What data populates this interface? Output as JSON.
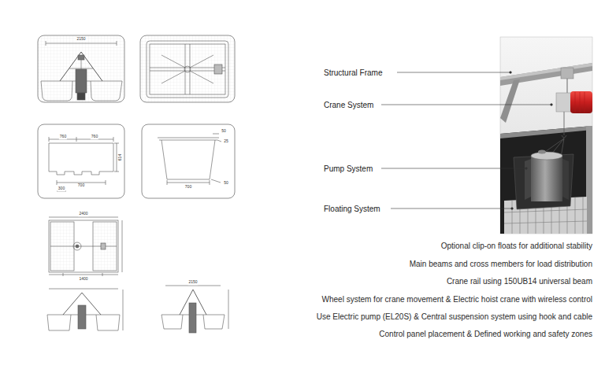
{
  "diagram": {
    "labels": [
      "2150",
      "760",
      "760",
      "614",
      "300",
      "700",
      "50",
      "25",
      "700",
      "50",
      "2400",
      "1400",
      "2150",
      "Structural Frame",
      "Crane System",
      "Pump System",
      "Floating System",
      "Optional clip-on floats for additional stability",
      "Main beams and cross members for load distribution",
      "Crane rail using 150UB14 universal beam",
      "Wheel system for crane movement & Electric hoist crane with wireless control",
      "Use Electric pump (EL20S) & Central suspension system using hook and cable",
      "Control panel placement & Defined working and safety zones"
    ]
  }
}
